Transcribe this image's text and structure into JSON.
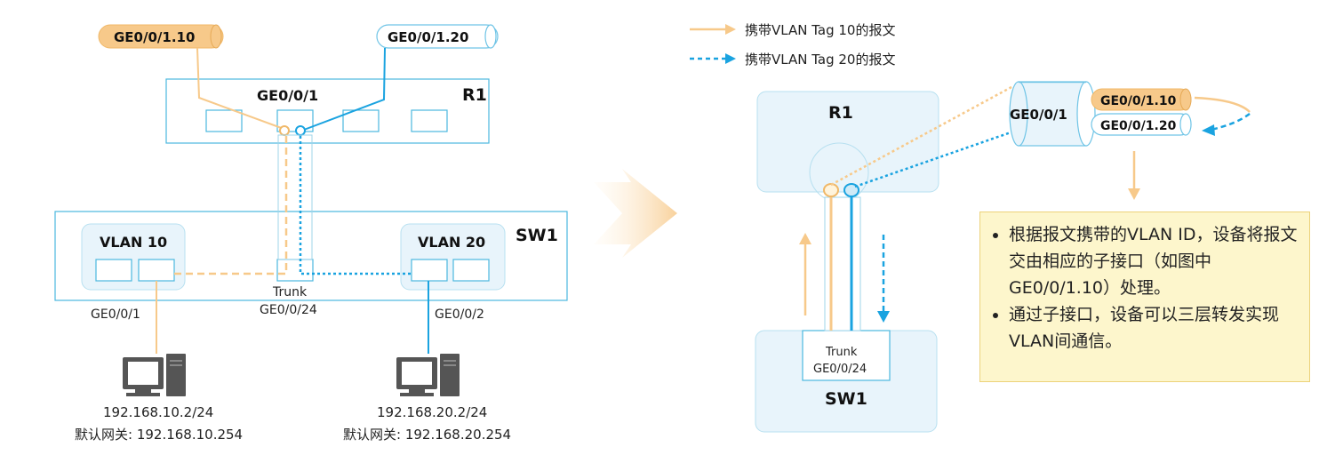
{
  "legend": {
    "vlan10": "携带VLAN Tag 10的报文",
    "vlan20": "携带VLAN Tag 20的报文"
  },
  "left": {
    "subif_10": "GE0/0/1.10",
    "subif_20": "GE0/0/1.20",
    "r1_port": "GE0/0/1",
    "r1_name": "R1",
    "sw1_name": "SW1",
    "vlan10_label": "VLAN 10",
    "vlan20_label": "VLAN 20",
    "trunk_label": "Trunk",
    "trunk_port": "GE0/0/24",
    "port_ge1": "GE0/0/1",
    "port_ge2": "GE0/0/2",
    "pc1_ip": "192.168.10.2/24",
    "pc1_gw": "默认网关: 192.168.10.254",
    "pc2_ip": "192.168.20.2/24",
    "pc2_gw": "默认网关: 192.168.20.254"
  },
  "right": {
    "r1_name": "R1",
    "r1_port": "GE0/0/1",
    "subif_10": "GE0/0/1.10",
    "subif_20": "GE0/0/1.20",
    "trunk_label": "Trunk",
    "trunk_port": "GE0/0/24",
    "sw1_name": "SW1"
  },
  "notes": [
    "根据报文携带的VLAN ID，设备将报文交由相应的子接口（如图中GE0/0/1.10）处理。",
    "通过子接口，设备可以三层转发实现VLAN间通信。"
  ],
  "colors": {
    "vlan10": "#f7c98a",
    "vlan20": "#1aa3e0",
    "device_border": "#6fc4e6",
    "device_fill": "#e8f4fb",
    "note_fill": "#fdf6cc"
  },
  "icons": [
    "pc-icon",
    "arrow-right-icon"
  ]
}
